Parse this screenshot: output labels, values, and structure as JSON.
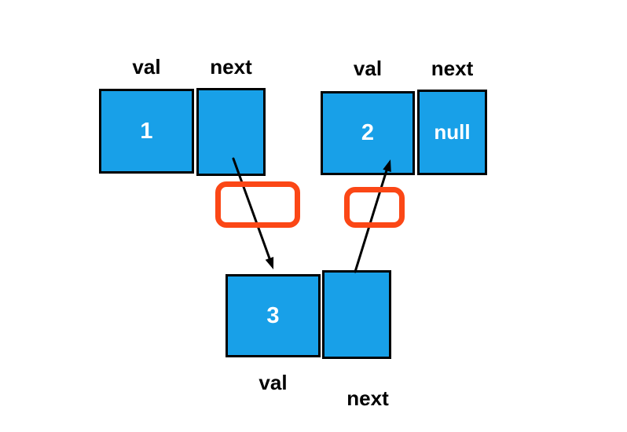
{
  "diagram": {
    "type": "linked-list",
    "background": "#ffffff"
  },
  "colors": {
    "box_fill": "#18A0E8",
    "box_border": "#000000",
    "highlight": "#FB4716",
    "arrow": "#000000",
    "label_text": "#000000",
    "value_text": "#ffffff"
  },
  "nodes": [
    {
      "name": "node-1",
      "val_label": "val",
      "next_label": "next",
      "val_value": "1",
      "next_value": ""
    },
    {
      "name": "node-2",
      "val_label": "val",
      "next_label": "next",
      "val_value": "2",
      "next_value": "null"
    },
    {
      "name": "node-3",
      "val_label": "val",
      "next_label": "next",
      "val_value": "3",
      "next_value": ""
    }
  ],
  "arrows": [
    {
      "from": "node-1 next cell",
      "to": "node-3 val cell"
    },
    {
      "from": "node-3 next cell",
      "to": "node-2 val cell"
    }
  ],
  "highlights": [
    {
      "name": "highlight-left",
      "over": "arrow from node-1 to node-3"
    },
    {
      "name": "highlight-right",
      "over": "arrow from node-3 to node-2"
    }
  ]
}
